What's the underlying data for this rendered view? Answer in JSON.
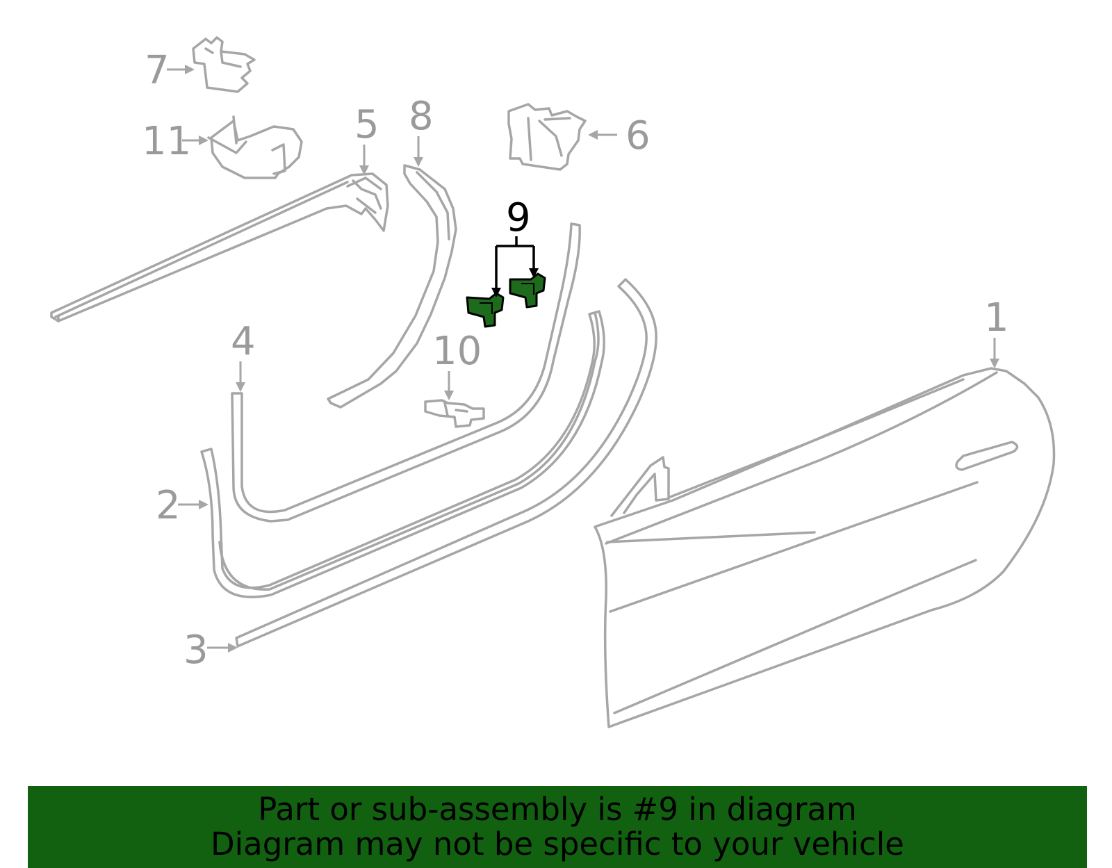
{
  "diagram": {
    "callouts": {
      "c1": "1",
      "c2": "2",
      "c3": "3",
      "c4": "4",
      "c5": "5",
      "c6": "6",
      "c7": "7",
      "c8": "8",
      "c9": "9",
      "c10": "10",
      "c11": "11"
    },
    "highlighted_part": "9",
    "colors": {
      "part_stroke": "#a6a6a6",
      "highlight_fill": "#1e6b1e",
      "banner_bg": "#116111"
    }
  },
  "banner": {
    "line1": "Part or sub-assembly is #9 in diagram",
    "line2": "Diagram may not be specific to your vehicle"
  }
}
